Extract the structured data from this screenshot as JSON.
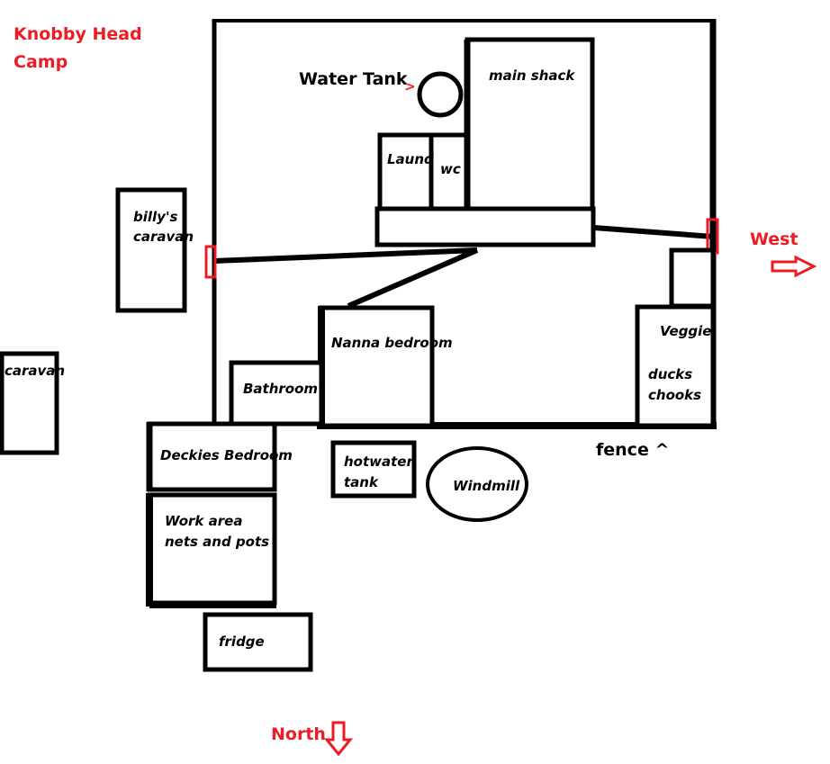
{
  "title": {
    "line1": "Knobby Head",
    "line2": "Camp"
  },
  "colors": {
    "ink": "#000000",
    "accent": "#ed1c24",
    "background": "#ffffff"
  },
  "labels": {
    "water_tank": "Water Tank",
    "water_tank_pointer": ">",
    "main_shack": "main shack",
    "laundry": "Laund",
    "wc": "wc",
    "billys_caravan_line1": "billy's",
    "billys_caravan_line2": "caravan",
    "caravan": "caravan",
    "nanna_bedroom": "Nanna bedroom",
    "bathroom": "Bathroom",
    "veggie": "Veggie",
    "ducks": "ducks",
    "chooks": "chooks",
    "deckies_bedroom": "Deckies Bedroom",
    "work_area_line1": "Work area",
    "work_area_line2": "nets and pots",
    "fridge": "fridge",
    "hotwater_line1": "hotwater",
    "hotwater_line2": "tank",
    "windmill": "Windmill",
    "fence": "fence ^"
  },
  "compass": {
    "west": "West",
    "north": "North"
  }
}
